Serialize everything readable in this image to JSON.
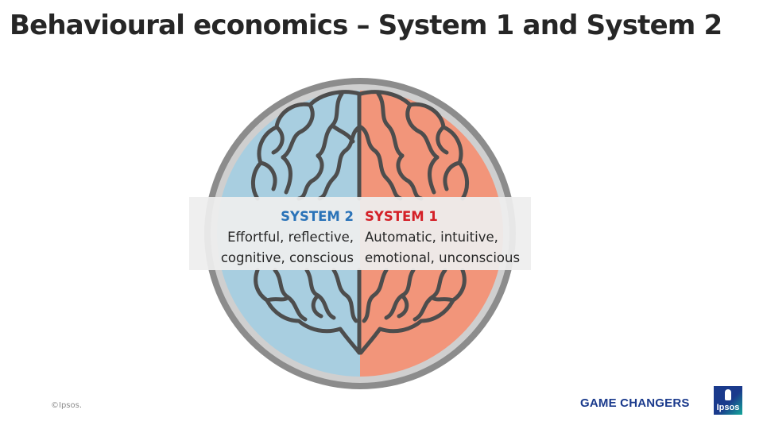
{
  "slide": {
    "title": "Behavioural economics – System 1 and System 2",
    "copyright": "©Ipsos.",
    "tagline": "GAME CHANGERS",
    "logo_text": "Ipsos"
  },
  "systems": [
    {
      "title": "SYSTEM 2",
      "description_line1": "Effortful, reflective,",
      "description_line2": "cognitive, conscious",
      "color": "#2a73b8",
      "hemisphere_color": "#a8cee0"
    },
    {
      "title": "SYSTEM 1",
      "description_line1": "Automatic, intuitive,",
      "description_line2": "emotional, unconscious",
      "color": "#d42027",
      "hemisphere_color": "#f2957a"
    }
  ],
  "colors": {
    "ring_outer": "#8c8c8c",
    "ring_inner": "#cfcfcf",
    "brain_outline": "#4d4d4d",
    "brand_blue": "#1a3a8c",
    "brand_teal": "#14a89a"
  },
  "icons": {
    "brain": "brain-icon",
    "logo": "ipsos-logo"
  }
}
